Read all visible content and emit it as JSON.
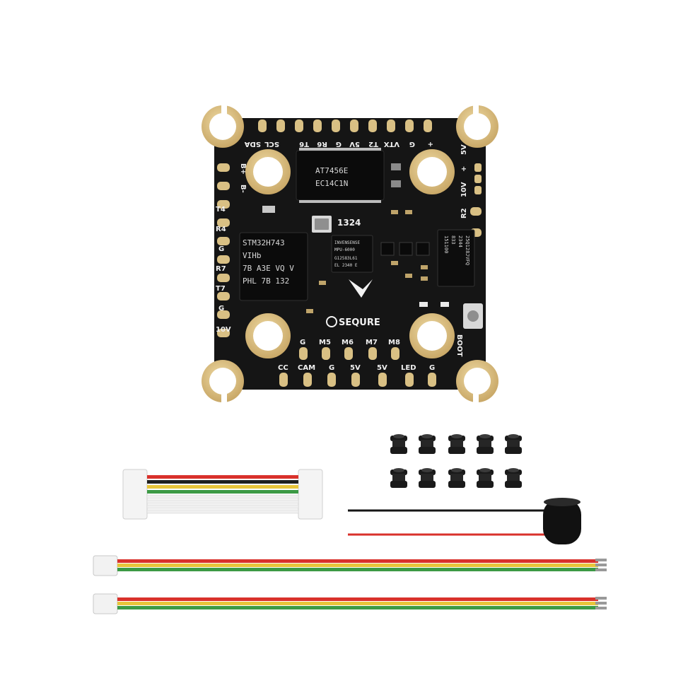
{
  "board": {
    "brand": "SEQURE",
    "mcu_lines": [
      "STM32H743",
      "VIHb",
      "7B A3E VQ V",
      "PHL 7B 132"
    ],
    "osd_lines": [
      "AT7456E",
      "EC14C1N"
    ],
    "imu_lines": [
      "INVENSENSE",
      "MPU-6000",
      "G12583L61",
      "EL 2340 E"
    ],
    "flash_lines": [
      "25Q128JVFQ",
      "2344",
      "833",
      "151100"
    ],
    "code_mark": "1324",
    "top_pads": [
      "SDA",
      "SCL",
      "T6",
      "R6",
      "G",
      "5V",
      "T2",
      "VTX",
      "G",
      "+"
    ],
    "left_pads": [
      "B+",
      "B-",
      "T4",
      "R4",
      "G",
      "R7",
      "T7",
      "G",
      "10V"
    ],
    "right_pads": [
      "5V",
      "+",
      "10V",
      "R2",
      "BOOT"
    ],
    "motor_pads": [
      "G",
      "M5",
      "M6",
      "M7",
      "M8"
    ],
    "bottom_pads": [
      "CC",
      "CAM",
      "G",
      "5V",
      "5V",
      "LED",
      "G"
    ]
  },
  "accessories": {
    "grommets_count": 10
  },
  "colors": {
    "pcb": "#141414",
    "gold": "#d9c084",
    "wire_red": "#d9312b",
    "wire_yellow": "#e8c53a",
    "wire_green": "#3c9a45"
  }
}
